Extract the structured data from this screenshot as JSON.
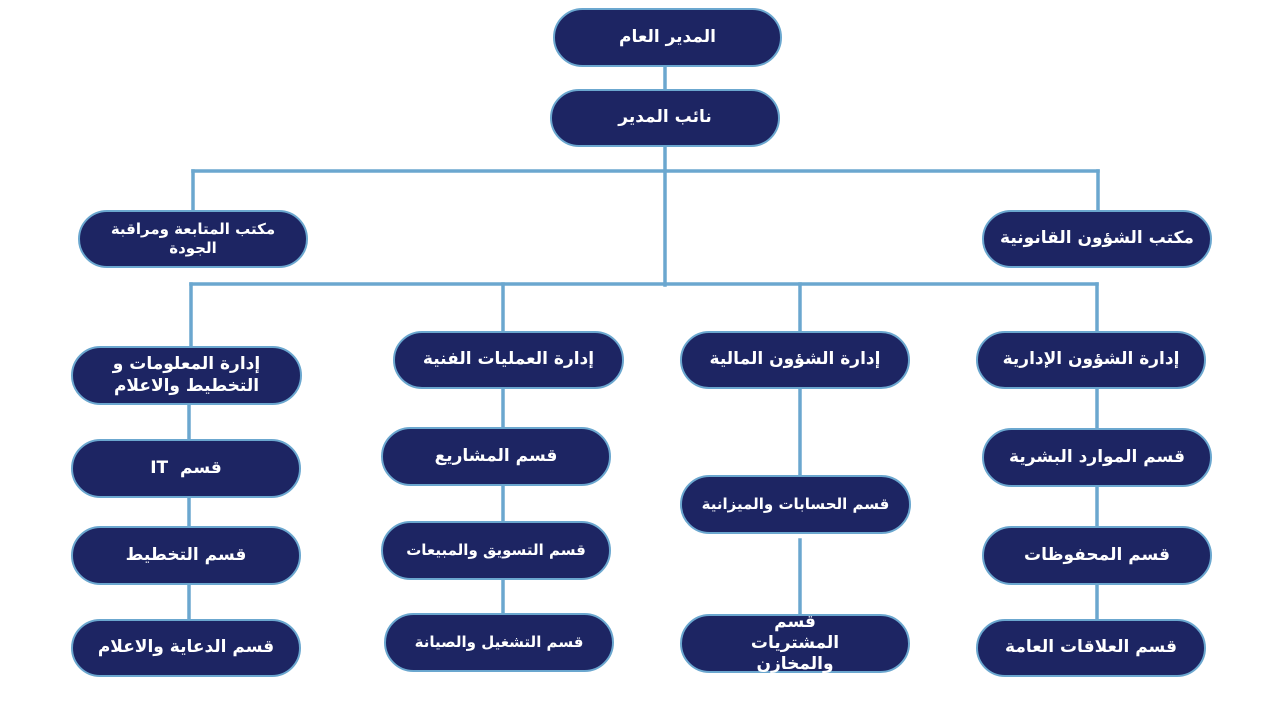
{
  "colors": {
    "node_fill": "#1d2563",
    "node_border": "#6ba7cf",
    "connector": "#6ba7cf",
    "text": "#ffffff"
  },
  "nodes": {
    "general_manager": "المدير العام",
    "deputy_manager": "نائب المدير",
    "legal_office": "مكتب الشؤون القانونية",
    "quality_office": "مكتب المتابعة ومراقبة الجودة",
    "admin_affairs": "إدارة الشؤون الإدارية",
    "financial_affairs": "إدارة الشؤون المالية",
    "technical_ops": "إدارة العمليات الفنية",
    "info_planning": "إدارة المعلومات و التخطيط والاعلام",
    "hr_dept": "قسم الموارد البشرية",
    "archives_dept": "قسم المحفوظات",
    "public_relations_dept": "قسم العلاقات العامة",
    "accounts_budget_dept": "قسم الحسابات والميزانية",
    "purchases_stores_dept": "قسم المشتريات والمخازن",
    "projects_dept": "قسم المشاريع",
    "marketing_sales_dept": "قسم التسويق والمبيعات",
    "operation_maintenance_dept": "قسم التشغيل والصيانة",
    "it_dept": "قسم  IT",
    "planning_dept": "قسم التخطيط",
    "advertising_media_dept": "قسم الدعاية والاعلام"
  }
}
